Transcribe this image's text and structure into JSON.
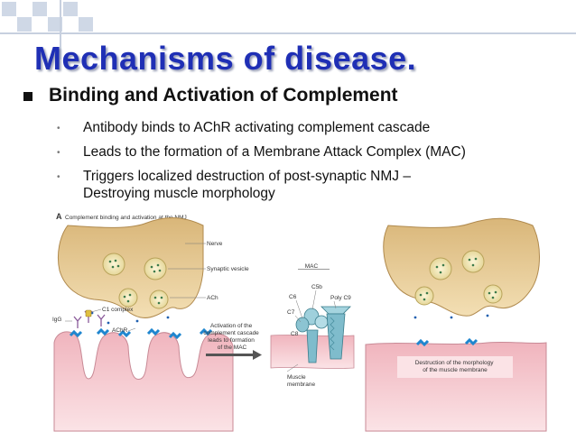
{
  "slide": {
    "title": "Mechanisms of disease.",
    "heading": "Binding and Activation of Complement",
    "bullets": [
      "Antibody binds to AChR activating complement cascade",
      "Leads to the formation of a Membrane Attack Complex (MAC)",
      "Triggers localized destruction of post-synaptic NMJ –",
      "Destroying muscle morphology"
    ]
  },
  "figure": {
    "caption": "Complement binding and activation at the NMJ",
    "panel_letter": "A",
    "labels": {
      "nerve": "Nerve",
      "synaptic_vesicle": "Synaptic vesicle",
      "ach": "ACh",
      "igg": "IgG",
      "c1_complex": "C1 complex",
      "achr": "AChR",
      "activation": [
        "Activation of the",
        "complement cascade",
        "leads to formation",
        "of the MAC"
      ],
      "mac": "MAC",
      "c5b": "C5b",
      "c6": "C6",
      "c7": "C7",
      "c8": "C8",
      "poly_c9": "Poly C9",
      "muscle_membrane": [
        "Muscle",
        "membrane"
      ],
      "destruction": [
        "Destruction of the morphology",
        "of the muscle membrane"
      ]
    },
    "colors": {
      "nerve": "#e9cf9c",
      "muscle": "#f2c2c8",
      "receptor": "#2a8fd0",
      "mac": "#7fbccc"
    }
  }
}
